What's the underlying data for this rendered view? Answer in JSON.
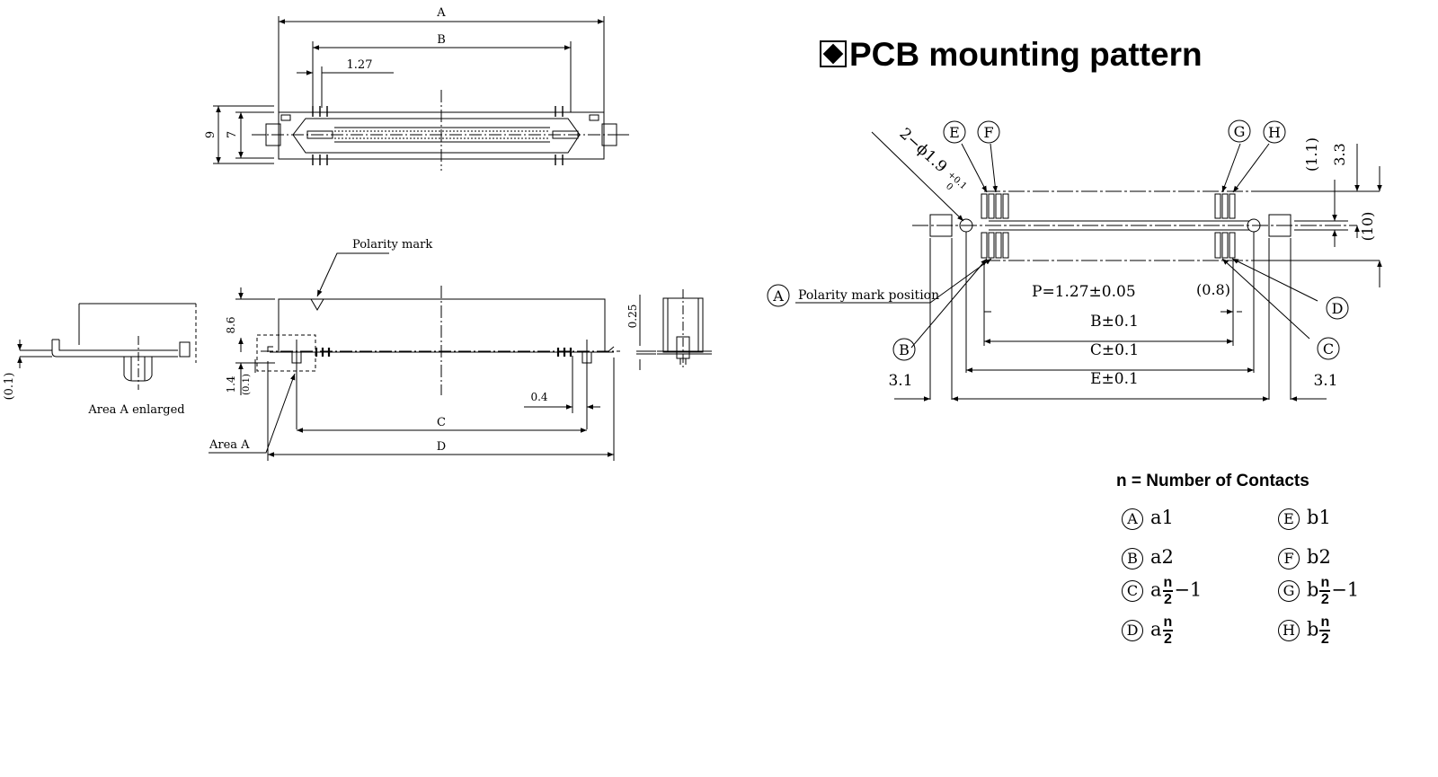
{
  "top_view": {
    "dim_A": "A",
    "dim_B": "B",
    "dim_pitch": "1.27",
    "dim_9": "9",
    "dim_7": "7"
  },
  "side_view": {
    "polarity_mark": "Polarity mark",
    "dim_8_6": "8.6",
    "dim_1_4": "1.4",
    "dim_0_1_small": "(0.1)",
    "dim_0_4": "0.4",
    "dim_C": "C",
    "dim_D": "D",
    "area_a": "Area A"
  },
  "area_a_enlarged": {
    "label": "Area A enlarged",
    "dim_0_1": "(0.1)"
  },
  "end_view": {
    "dim_0_25": "0.25"
  },
  "pcb": {
    "title": "PCB mounting pattern",
    "hole_spec": "2−ϕ1.9",
    "hole_tol_plus": "+0.1",
    "hole_tol_minus": "0",
    "polarity_position": "Polarity mark position",
    "pitch": "P=1.27±0.05",
    "dim_0_8": "(0.8)",
    "dim_B": "B±0.1",
    "dim_C": "C±0.1",
    "dim_E": "E±0.1",
    "dim_3_1_left": "3.1",
    "dim_3_1_right": "3.1",
    "dim_1_1": "(1.1)",
    "dim_3_3": "3.3",
    "dim_10": "(10)",
    "callouts": {
      "A": "A",
      "B": "B",
      "C": "C",
      "D": "D",
      "E": "E",
      "F": "F",
      "G": "G",
      "H": "H"
    }
  },
  "legend": {
    "title": "n = Number of Contacts",
    "rows": [
      {
        "key": "A",
        "prefix": "a1",
        "frac": false,
        "suffix": ""
      },
      {
        "key": "E",
        "prefix": "b1",
        "frac": false,
        "suffix": ""
      },
      {
        "key": "B",
        "prefix": "a2",
        "frac": false,
        "suffix": ""
      },
      {
        "key": "F",
        "prefix": "b2",
        "frac": false,
        "suffix": ""
      },
      {
        "key": "C",
        "prefix": "a",
        "frac": true,
        "suffix": "−1"
      },
      {
        "key": "G",
        "prefix": "b",
        "frac": true,
        "suffix": "−1"
      },
      {
        "key": "D",
        "prefix": "a",
        "frac": true,
        "suffix": ""
      },
      {
        "key": "H",
        "prefix": "b",
        "frac": true,
        "suffix": ""
      }
    ],
    "frac_num": "n",
    "frac_den": "2"
  }
}
